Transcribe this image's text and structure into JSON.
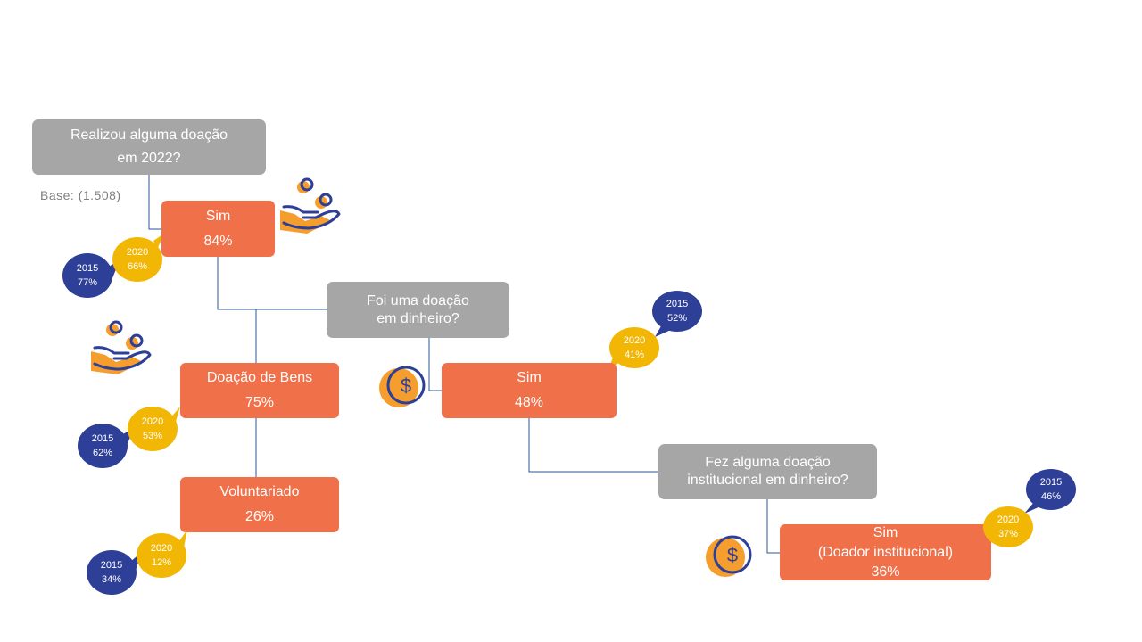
{
  "colors": {
    "question": "#a6a6a6",
    "answer": "#ef7049",
    "bubble_2015": "#2e3f97",
    "bubble_2020": "#f2b705",
    "connector": "#2e5597"
  },
  "base_label": "Base:  (1.508)",
  "q1": {
    "line1": "Realizou alguma doação",
    "line2": "em 2022?"
  },
  "sim_main": {
    "label": "Sim",
    "value": "84%",
    "y2020": "2020",
    "v2020": "66%",
    "y2015": "2015",
    "v2015": "77%",
    "icon": "hand-coins-icon"
  },
  "q2": {
    "line1": "Foi uma doação",
    "line2": "em dinheiro?"
  },
  "bens": {
    "label": "Doação de Bens",
    "value": "75%",
    "y2020": "2020",
    "v2020": "53%",
    "y2015": "2015",
    "v2015": "62%",
    "icon": "hand-coins-icon"
  },
  "voluntariado": {
    "label": "Voluntariado",
    "value": "26%",
    "y2020": "2020",
    "v2020": "12%",
    "y2015": "2015",
    "v2015": "34%"
  },
  "sim_dinheiro": {
    "label": "Sim",
    "value": "48%",
    "y2020": "2020",
    "v2020": "41%",
    "y2015": "2015",
    "v2015": "52%",
    "icon": "dollar-coin-icon"
  },
  "q3": {
    "line1": "Fez alguma doação",
    "line2": "institucional em dinheiro?"
  },
  "sim_inst": {
    "label": "Sim",
    "sublabel": "(Doador institucional)",
    "value": "36%",
    "y2020": "2020",
    "v2020": "37%",
    "y2015": "2015",
    "v2015": "46%",
    "icon": "dollar-coin-icon"
  }
}
